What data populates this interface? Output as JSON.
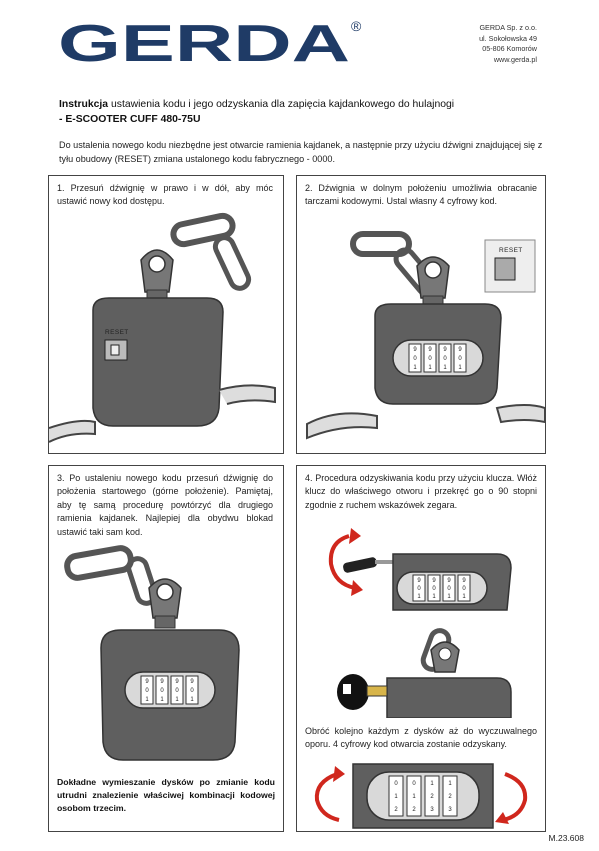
{
  "header": {
    "logo_text": "GERDA",
    "registered_mark": "®",
    "company_lines": [
      "GERDA Sp. z o.o.",
      "ul. Sokołowska 49",
      "05-806 Komorów",
      "www.gerda.pl"
    ]
  },
  "title": {
    "bold": "Instrukcja",
    "rest": " ustawienia kodu i jego odzyskania dla zapięcia kajdankowego do hulajnogi",
    "model": "-  E-SCOOTER CUFF 480-75U"
  },
  "intro": "Do ustalenia nowego kodu niezbędne jest otwarcie ramienia kajdanek, a następnie przy użyciu dźwigni znajdującej się  z tyłu obudowy (RESET) zmiana ustalonego kodu fabrycznego - 0000.",
  "steps": [
    {
      "text": "1. Przesuń dźwignię w prawo i w dół, aby móc ustawić nowy kod dostępu."
    },
    {
      "text": "2. Dźwignia w dolnym położeniu umożliwia obracanie tarczami kodowymi. Ustal własny 4 cyfrowy kod."
    },
    {
      "text": "3. Po ustaleniu nowego kodu przesuń dźwignię do położenia startowego (górne położenie). Pamiętaj, aby tę samą procedurę powtórzyć dla drugiego ramienia kajdanek. Najlepiej dla obydwu blokad ustawić taki sam kod.",
      "note": "Dokładne wymieszanie dysków po zmianie kodu utrudni znalezienie właściwej kombinacji kodowej osobom trzecim."
    },
    {
      "text": "4. Procedura odzyskiwania kodu przy użyciu klucza. Włóż klucz do właściwego otworu i przekręć go o 90 stopni zgodnie z ruchem wskazówek zegara.",
      "note": "Obróć kolejno każdym z dysków aż do wyczuwalnego oporu. 4 cyfrowy kod otwarcia zostanie odzyskany."
    }
  ],
  "reset_label": "RESET",
  "dials": {
    "digits_9_0_1": [
      "9",
      "0",
      "1"
    ],
    "digits_recovery": [
      "0",
      "1",
      "2",
      "3"
    ]
  },
  "doc_code": "M.23.608",
  "colors": {
    "logo": "#1f3b66",
    "lock": "#5f5f5f",
    "red_arrow": "#d0271d"
  }
}
